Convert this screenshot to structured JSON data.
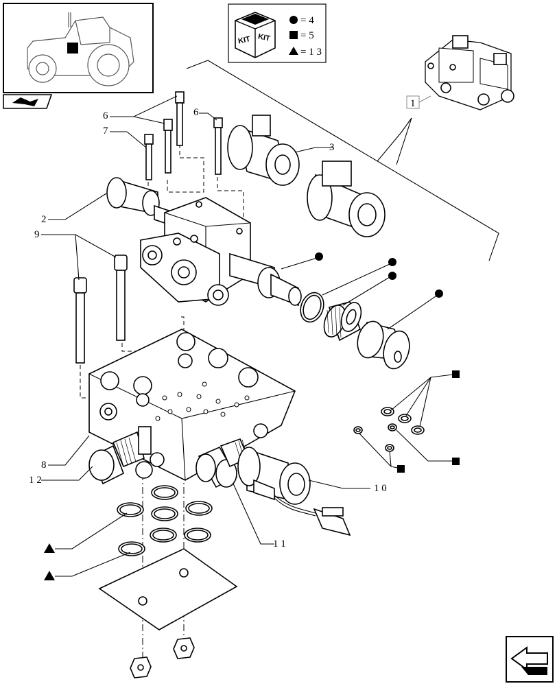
{
  "kit_legend": {
    "kit_word": "KIT",
    "circle_count": "= 4",
    "square_count": "= 5",
    "triangle_count": "= 1 3"
  },
  "callouts": {
    "c1": "1",
    "c2": "2",
    "c3": "3",
    "c6a": "6",
    "c6b": "6",
    "c7": "7",
    "c8": "8",
    "c9": "9",
    "c10": "1 0",
    "c11": "1 1",
    "c12": "1 2"
  },
  "icons": {
    "locator": "tractor-locator-icon",
    "book": "book-reference-icon",
    "nav": "previous-page-arrow-icon"
  },
  "colors": {
    "line": "#000000",
    "background": "#ffffff"
  }
}
